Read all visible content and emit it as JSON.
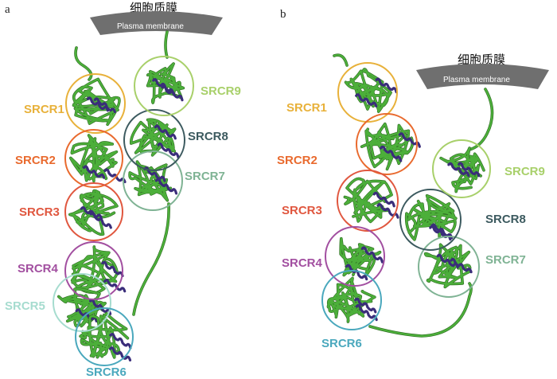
{
  "panels": [
    {
      "id": "a",
      "letter": "a",
      "membrane": {
        "label_zh": "细胞质膜",
        "label_en": "Plasma membrane"
      },
      "domains": [
        {
          "label": "SRCR1",
          "color": "#e8b13a"
        },
        {
          "label": "SRCR2",
          "color": "#e96a2e"
        },
        {
          "label": "SRCR3",
          "color": "#e0573f"
        },
        {
          "label": "SRCR4",
          "color": "#a24fa0"
        },
        {
          "label": "SRCR5",
          "color": "#a6dccf"
        },
        {
          "label": "SRCR6",
          "color": "#4aa8bd"
        },
        {
          "label": "SRCR7",
          "color": "#7fb394"
        },
        {
          "label": "SRCR8",
          "color": "#3c5a5f"
        },
        {
          "label": "SRCR9",
          "color": "#a8d06a"
        }
      ]
    },
    {
      "id": "b",
      "letter": "b",
      "membrane": {
        "label_zh": "细胞质膜",
        "label_en": "Plasma membrane"
      },
      "domains": [
        {
          "label": "SRCR1",
          "color": "#e8b13a"
        },
        {
          "label": "SRCR2",
          "color": "#e96a2e"
        },
        {
          "label": "SRCR3",
          "color": "#e0573f"
        },
        {
          "label": "SRCR4",
          "color": "#a24fa0"
        },
        {
          "label": "SRCR6",
          "color": "#4aa8bd"
        },
        {
          "label": "SRCR7",
          "color": "#7fb394"
        },
        {
          "label": "SRCR8",
          "color": "#3c5a5f"
        },
        {
          "label": "SRCR9",
          "color": "#a8d06a"
        }
      ]
    }
  ],
  "colors": {
    "backbone": "#4caf3a",
    "backbone_dark": "#2e6b22",
    "helix": "#3a2d7a",
    "membrane": "#6f6f6f"
  }
}
